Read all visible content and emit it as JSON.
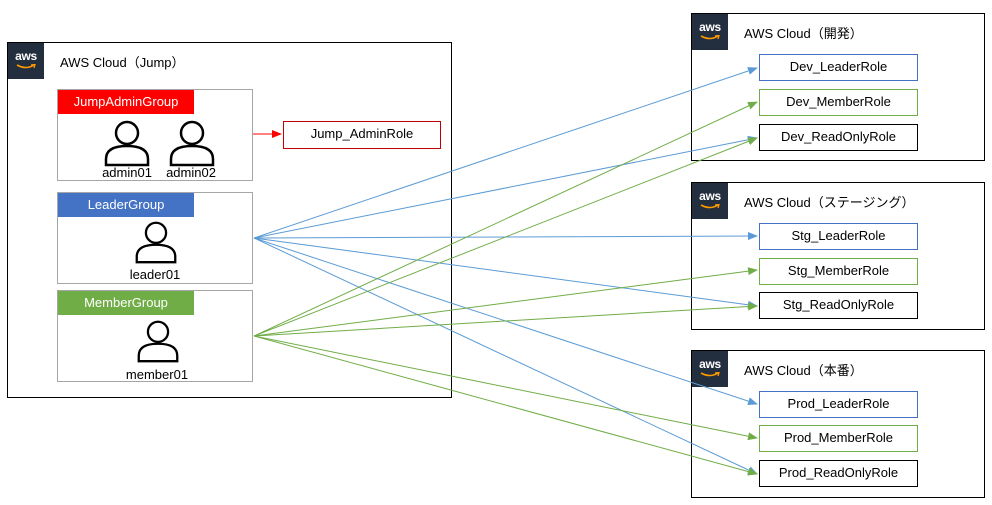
{
  "jump_cloud": {
    "title": "AWS Cloud（Jump）",
    "logo_text": "aws"
  },
  "groups": {
    "admin": {
      "label": "JumpAdminGroup",
      "color": "#ff0000",
      "users": [
        "admin01",
        "admin02"
      ]
    },
    "leader": {
      "label": "LeaderGroup",
      "color": "#4472c4",
      "users": [
        "leader01"
      ]
    },
    "member": {
      "label": "MemberGroup",
      "color": "#70ad47",
      "users": [
        "member01"
      ]
    }
  },
  "jump_admin_role": {
    "label": "Jump_AdminRole",
    "color": "#c00000"
  },
  "accounts": [
    {
      "title": "AWS Cloud（開発）",
      "roles": [
        "Dev_LeaderRole",
        "Dev_MemberRole",
        "Dev_ReadOnlyRole"
      ]
    },
    {
      "title": "AWS Cloud（ステージング）",
      "roles": [
        "Stg_LeaderRole",
        "Stg_MemberRole",
        "Stg_ReadOnlyRole"
      ]
    },
    {
      "title": "AWS Cloud（本番）",
      "roles": [
        "Prod_LeaderRole",
        "Prod_MemberRole",
        "Prod_ReadOnlyRole"
      ]
    }
  ],
  "colors": {
    "leader_arrow": "#5b9bd5",
    "member_arrow": "#70ad47",
    "admin_arrow": "#ff0000",
    "readonly_border": "#000000"
  }
}
